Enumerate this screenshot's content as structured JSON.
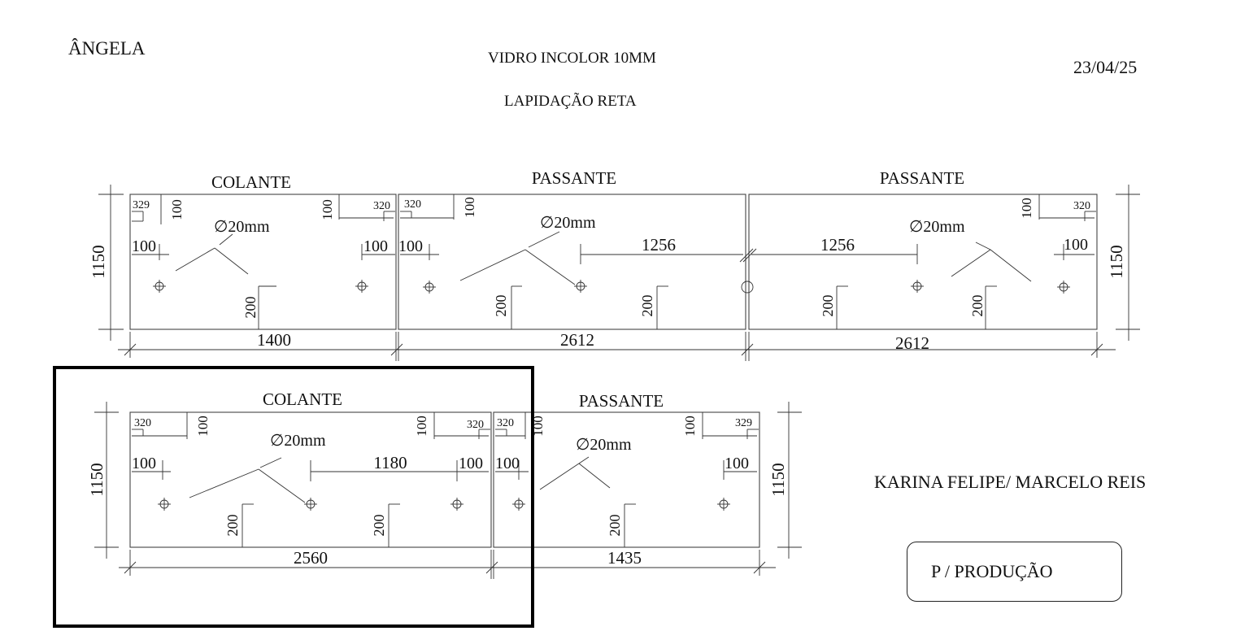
{
  "header": {
    "client": "ÂNGELA",
    "material": "VIDRO INCOLOR 10MM",
    "finish": "LAPIDAÇÃO RETA",
    "date": "23/04/25"
  },
  "staff": "KARINA FELIPE/ MARCELO REIS",
  "stamp": "P / PRODUÇÃO",
  "panels": [
    {
      "type": "COLANTE",
      "width": "1400",
      "height": "1150",
      "hole": "∅20mm",
      "corner_left": "329",
      "corner_right": "320",
      "corner_v": "100",
      "edge_left": "100",
      "edge_right": "100",
      "hole_v_1": "200"
    },
    {
      "type": "PASSANTE",
      "width": "2612",
      "hole": "∅20mm",
      "corner_left": "320",
      "corner_v": "100",
      "edge_left": "100",
      "spacing": "1256",
      "hole_v_1": "200",
      "hole_v_2": "200"
    },
    {
      "type": "PASSANTE",
      "width": "2612",
      "height": "1150",
      "hole": "∅20mm",
      "corner_right": "320",
      "corner_v": "100",
      "edge_right": "100",
      "spacing": "1256",
      "hole_v_1": "200",
      "hole_v_2": "200"
    },
    {
      "type": "COLANTE",
      "width": "2560",
      "height": "1150",
      "hole": "∅20mm",
      "corner_left": "320",
      "corner_right": "320",
      "corner_v": "100",
      "edge_left": "100",
      "edge_right": "100",
      "spacing": "1180",
      "hole_v_1": "200",
      "hole_v_2": "200"
    },
    {
      "type": "PASSANTE",
      "width": "1435",
      "height": "1150",
      "hole": "∅20mm",
      "corner_left": "320",
      "corner_right": "329",
      "corner_v": "100",
      "edge_left": "100",
      "edge_right": "100",
      "hole_v_1": "200"
    }
  ]
}
